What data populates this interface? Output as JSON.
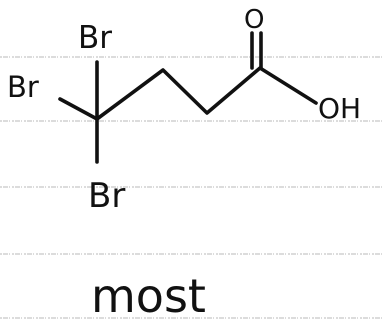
{
  "molecule": {
    "atoms": {
      "br_top": "Br",
      "br_left": "Br",
      "br_bottom": "Br",
      "oxygen": "O",
      "hydroxyl": "OH"
    }
  },
  "note": {
    "word": "most"
  },
  "colors": {
    "ink": "#111111",
    "paper": "#ffffff",
    "rule_line": "#b9b9b9"
  }
}
